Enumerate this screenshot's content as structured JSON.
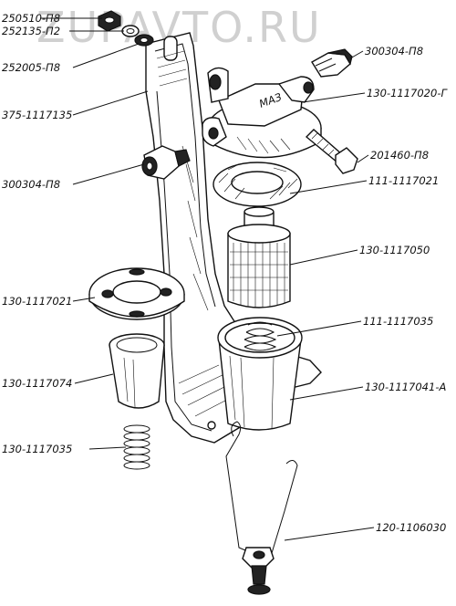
{
  "watermark": "ZUPAVTO.RU",
  "labels": {
    "nut": "250510-П8",
    "washer_spring": "252135-П2",
    "washer_plain": "252005-П8",
    "bracket": "375-1117135",
    "fitting_left": "300304-П8",
    "fitting_right": "300304-П8",
    "cover": "130-1117020-Г",
    "bolt": "201460-П8",
    "gasket_top": "111-1117021",
    "element": "130-1117050",
    "plate_left": "130-1117021",
    "spring_upper": "111-1117035",
    "cup_left": "130-1117074",
    "bowl": "130-1117041-А",
    "spring_lower": "130-1117035",
    "wire_clamp": "120-1106030"
  },
  "cover_marking": "МАЗ"
}
